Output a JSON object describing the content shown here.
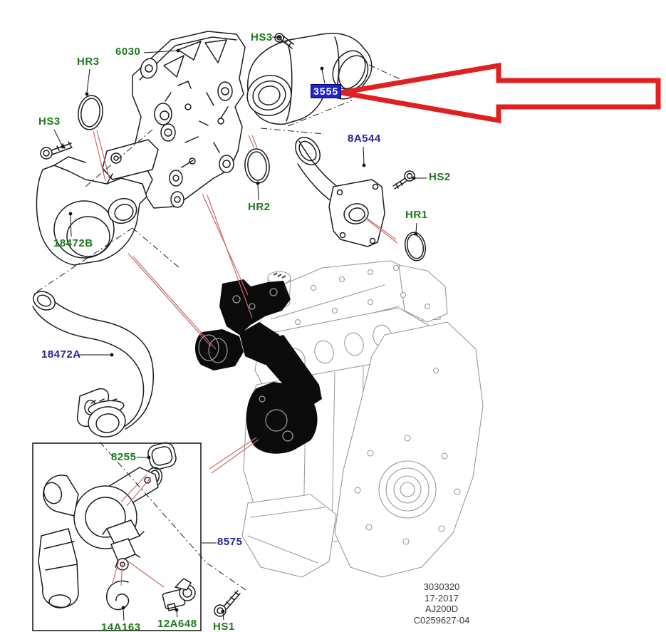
{
  "colors": {
    "green_label": "#1e7a1e",
    "navy_label": "#22229e",
    "highlight_bg": "#2323cc",
    "highlight_text": "#ffffff",
    "arrow_red": "#e02020",
    "leader_red": "#cc6a6a",
    "engine_gray": "#949c94",
    "black_part": "#0b0b0b"
  },
  "callouts": {
    "hr3": "HR3",
    "c6030": "6030",
    "hs3_top": "HS3",
    "c3555": "3555",
    "hs3_left": "HS3",
    "c8a544": "8A544",
    "hs2": "HS2",
    "hr1": "HR1",
    "hr2": "HR2",
    "c18472b": "18472B",
    "c18472a": "18472A",
    "c8255": "8255",
    "c8575": "8575",
    "c14a163": "14A163",
    "c12a648": "12A648",
    "hs1": "HS1"
  },
  "footer": {
    "line1": "3030320",
    "line2": "17-2017",
    "line3": "AJ200D",
    "line4": "C0259627-04"
  }
}
